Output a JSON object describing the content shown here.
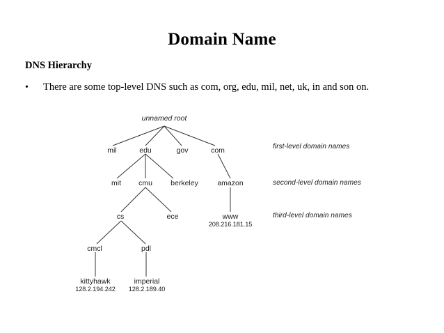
{
  "slide": {
    "title": "Domain Name",
    "subhead": "DNS Hierarchy",
    "bullet_mark": "•",
    "bullet_text": "There are some top-level DNS such as com, org, edu, mil, net, uk, in and son on.",
    "background_color": "#ffffff",
    "text_color": "#000000",
    "line_color": "#333333"
  },
  "diagram": {
    "root_label": "unnamed root",
    "nodes": {
      "mil": "mil",
      "edu": "edu",
      "gov": "gov",
      "com": "com",
      "mit": "mit",
      "cmu": "cmu",
      "berkeley": "berkeley",
      "amazon": "amazon",
      "cs": "cs",
      "ece": "ece",
      "www": "www",
      "www_ip": "208.216.181.15",
      "cmcl": "cmcl",
      "pdl": "pdl",
      "kittyhawk": "kittyhawk",
      "kittyhawk_ip": "128.2.194.242",
      "imperial": "imperial",
      "imperial_ip": "128.2.189.40"
    },
    "level_labels": {
      "first": "first-level domain names",
      "second": "second-level domain names",
      "third": "third-level domain names"
    }
  }
}
